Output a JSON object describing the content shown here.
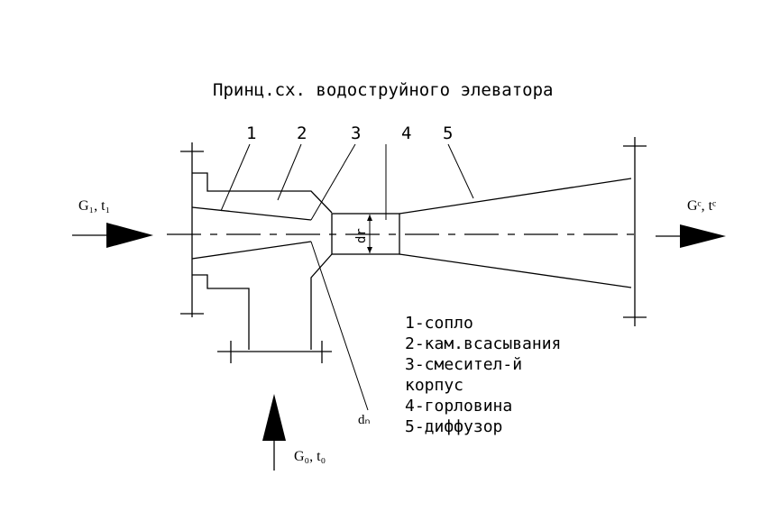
{
  "title": "Принц.сх. водоструйного элеватора",
  "part_numbers": [
    "1",
    "2",
    "3",
    "4",
    "5"
  ],
  "legend": [
    "1-сопло",
    "2-кам.всасывания",
    "3-смесител-й",
    "корпус",
    "4-горловина",
    "5-диффузор"
  ],
  "labels": {
    "inlet": "G₁, t₁",
    "outlet": "Gᶜ, tᶜ",
    "suction": "G₀, t₀",
    "nozzle_diameter": "dₙ",
    "throat_diameter": "dr"
  },
  "colors": {
    "line": "#000000",
    "background": "#ffffff"
  }
}
